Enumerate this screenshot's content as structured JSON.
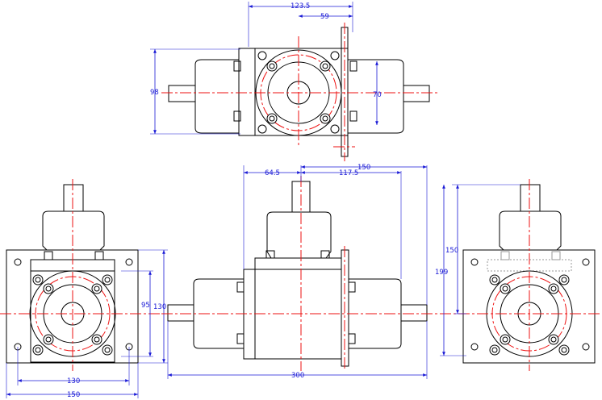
{
  "dimensions": {
    "top_total_width": "123.5",
    "top_shaft_offset": "59",
    "top_height": "98",
    "top_flange": "70",
    "front_left": "64.5",
    "front_right": "117.5",
    "front_total": "150",
    "front_overall_length": "300",
    "left_inner_height": "95",
    "left_outer_height": "130",
    "left_inner_width": "130",
    "left_outer_width": "150",
    "right_height_150": "150",
    "right_height_199": "199"
  },
  "colors": {
    "outline": "#000000",
    "center_line": "#ee1111",
    "dimension": "#1a1ad6"
  }
}
